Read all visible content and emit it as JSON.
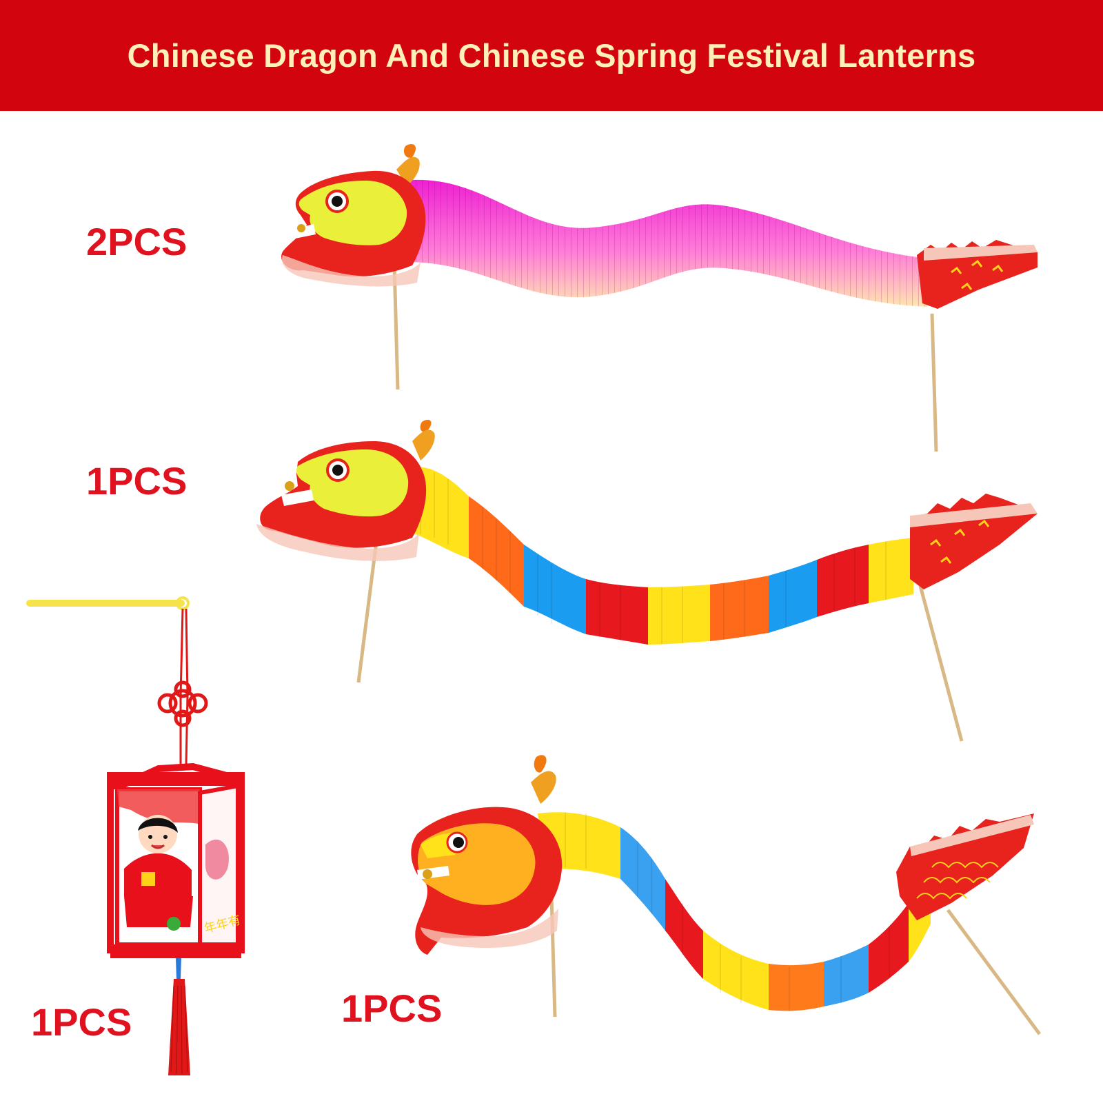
{
  "banner": {
    "title": "Chinese Dragon And Chinese Spring Festival Lanterns",
    "background": "#d2050f",
    "text_color": "#fdf0b8"
  },
  "labels": {
    "dragon_pink_qty": "2PCS",
    "dragon_rainbow_qty": "1PCS",
    "lantern_qty": "1PCS",
    "dragon_small_qty": "1PCS",
    "color": "#e0121f"
  },
  "items": [
    {
      "name": "pink paper dragon",
      "body_colors": [
        "#f02ad8",
        "#ff8ad8",
        "#ffe7b8"
      ]
    },
    {
      "name": "rainbow paper dragon",
      "body_colors": [
        "#ffe21a",
        "#ff6a1a",
        "#1a9cf0",
        "#e8181f"
      ]
    },
    {
      "name": "red felt lantern",
      "body_colors": [
        "#e8101a",
        "#ffffff"
      ]
    },
    {
      "name": "small rainbow paper dragon",
      "body_colors": [
        "#ffe21a",
        "#ff7a1a",
        "#3aa0f0",
        "#e8181f"
      ]
    }
  ]
}
